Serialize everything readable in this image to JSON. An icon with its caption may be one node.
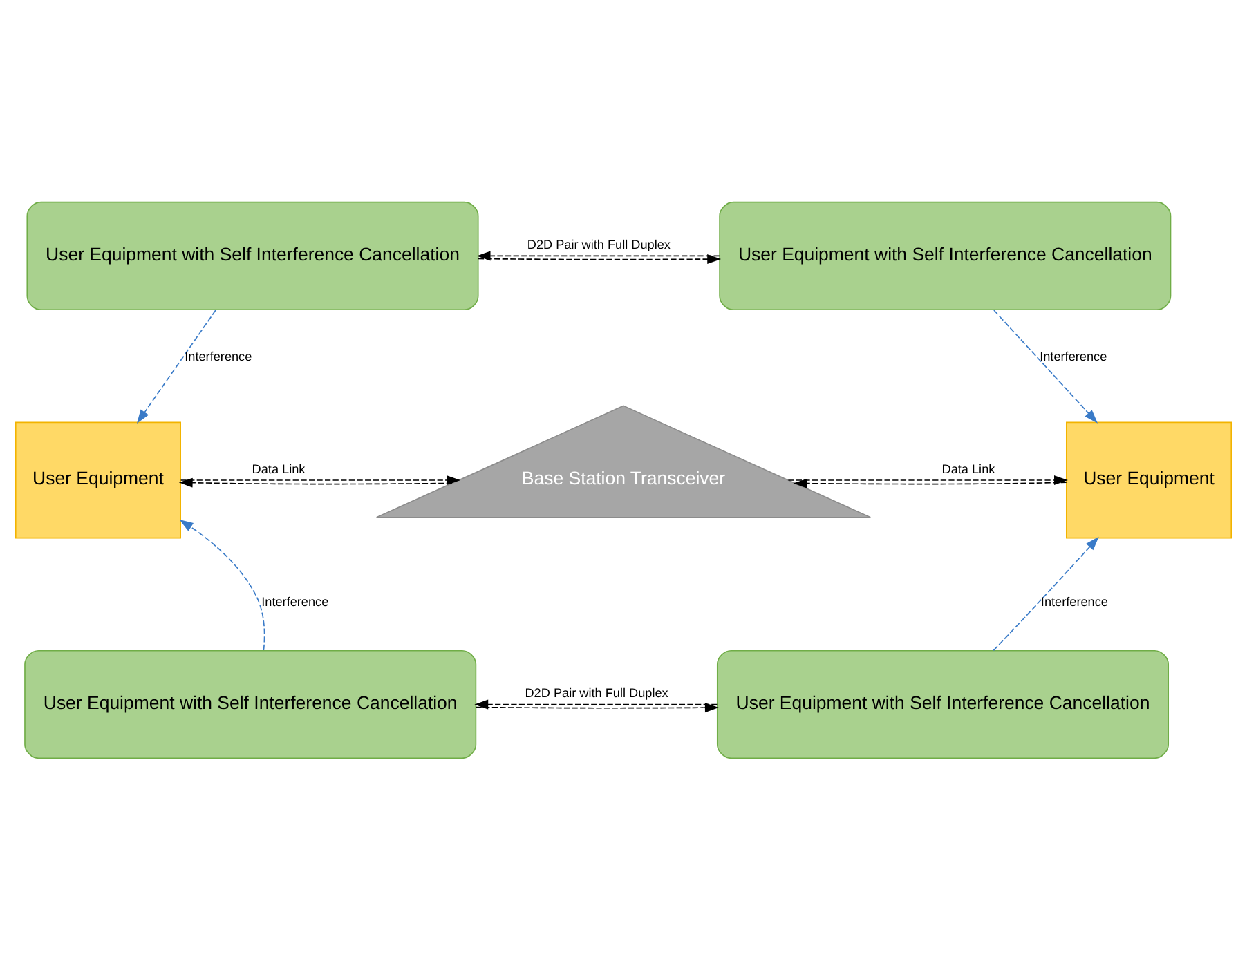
{
  "diagram": {
    "nodes": [
      {
        "text": [
          "User Equipment with Self Interference Cancellation"
        ]
      },
      {
        "text": [
          "User Equipment with Self Interference Cancellation"
        ]
      },
      {
        "text": [
          "User Equipment"
        ]
      },
      {
        "text": [
          "Base Station Transceiver"
        ]
      },
      {
        "text": [
          "User Equipment"
        ]
      },
      {
        "text": [
          "User Equipment with Self Interference Cancellation"
        ]
      },
      {
        "text": [
          "User Equipment with Self Interference Cancellation"
        ]
      }
    ],
    "edges": [
      {
        "from": 0,
        "to": 1,
        "arrow": "to",
        "style": "dashed"
      },
      {
        "from": 1,
        "to": 0,
        "arrow": "to",
        "style": "dashed",
        "label": "D2D Pair with Full Duplex"
      },
      {
        "from": 0,
        "to": 2,
        "arrow": "to",
        "style": "dashed",
        "color": "#3a7bc8",
        "label": "Interference"
      },
      {
        "from": 1,
        "to": 4,
        "arrow": "to",
        "style": "dashed",
        "color": "#3a7bc8",
        "label": "Interference"
      },
      {
        "from": 2,
        "to": 3,
        "arrow": "to",
        "style": "dashed",
        "label": "Data Link"
      },
      {
        "from": 3,
        "to": 2,
        "arrow": "to",
        "style": "dashed"
      },
      {
        "from": 3,
        "to": 4,
        "arrow": "to",
        "style": "dashed",
        "label": "Data Link"
      },
      {
        "from": 4,
        "to": 3,
        "arrow": "to",
        "style": "dashed"
      },
      {
        "from": 5,
        "to": 2,
        "arrow": "to",
        "style": "dashed",
        "color": "#3a7bc8",
        "label": "Interference"
      },
      {
        "from": 6,
        "to": 4,
        "arrow": "to",
        "style": "dashed",
        "color": "#3a7bc8",
        "label": "Interference"
      },
      {
        "from": 5,
        "to": 6,
        "arrow": "to",
        "style": "dashed"
      },
      {
        "from": 6,
        "to": 5,
        "arrow": "to",
        "style": "dashed",
        "label": "D2D Pair with Full Duplex"
      }
    ]
  }
}
